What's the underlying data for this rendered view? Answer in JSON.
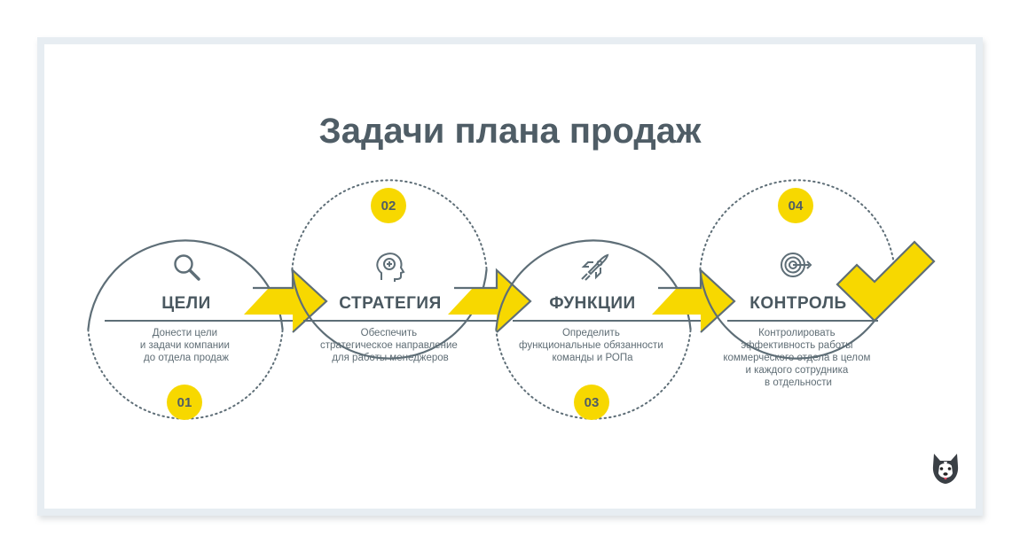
{
  "title": "Задачи плана продаж",
  "colors": {
    "accent": "#f7d800",
    "ring": "#5e6e77",
    "text": "#4f5d66"
  },
  "stages": [
    {
      "number": "01",
      "title": "ЦЕЛИ",
      "icon": "magnifier-icon",
      "desc": [
        "Донести цели",
        "и задачи компании",
        "до отдела продаж"
      ]
    },
    {
      "number": "02",
      "title": "СТРАТЕГИЯ",
      "icon": "brain-head-icon",
      "desc": [
        "Обеспечить",
        "стратегическое направление",
        "для работы менеджеров"
      ]
    },
    {
      "number": "03",
      "title": "ФУНКЦИИ",
      "icon": "rocket-icon",
      "desc": [
        "Определить",
        "функциональные обязанности",
        "команды и РОПа"
      ]
    },
    {
      "number": "04",
      "title": "КОНТРОЛЬ",
      "icon": "target-icon",
      "desc": [
        "Контролировать",
        "эффективность работы",
        "коммерческого отдела в целом",
        "и каждого сотрудника",
        "в отдельности"
      ]
    }
  ],
  "decorations": {
    "checkmark": "checkmark-icon",
    "mascot": "husky-mascot-icon"
  }
}
